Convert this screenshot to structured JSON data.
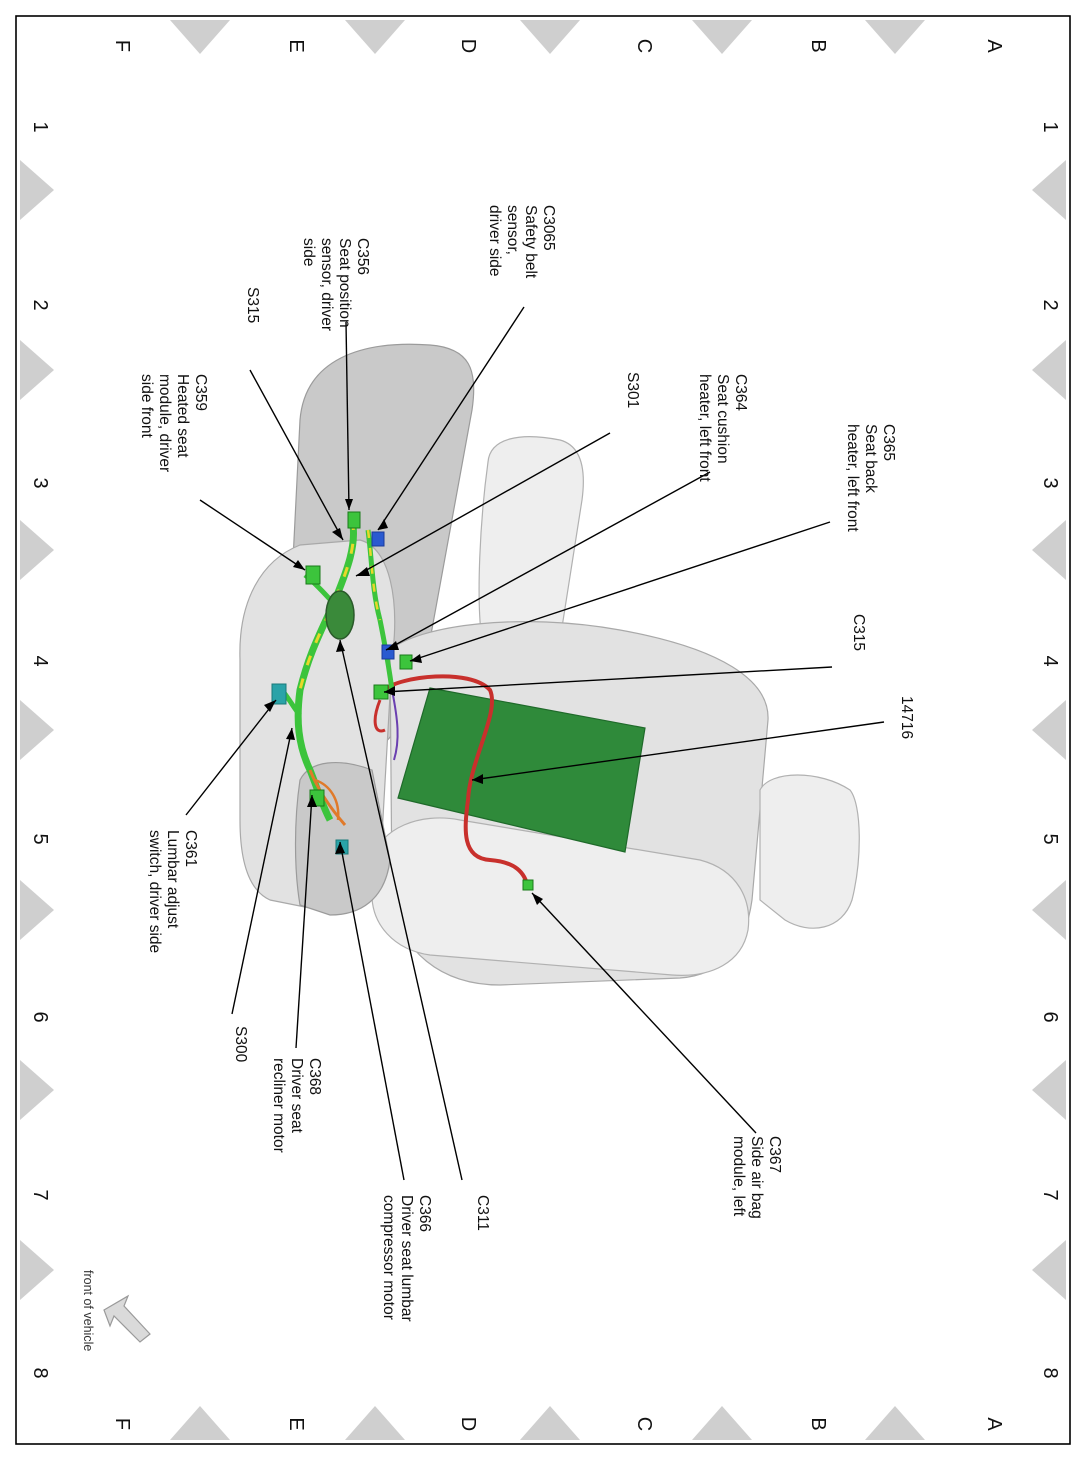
{
  "grid": {
    "columns": [
      "1",
      "2",
      "3",
      "4",
      "5",
      "6",
      "7",
      "8"
    ],
    "rows": [
      "A",
      "B",
      "C",
      "D",
      "E",
      "F"
    ]
  },
  "callouts": [
    {
      "id": "c3065",
      "lines": [
        "C3065",
        "Safety belt",
        "sensor,",
        "driver side"
      ]
    },
    {
      "id": "c356",
      "lines": [
        "C356",
        "Seat position",
        "sensor, driver",
        "side"
      ]
    },
    {
      "id": "s315",
      "lines": [
        "S315"
      ]
    },
    {
      "id": "c359",
      "lines": [
        "C359",
        "Heated seat",
        "module, driver",
        "side front"
      ]
    },
    {
      "id": "c364",
      "lines": [
        "C364",
        "Seat cushion",
        "heater, left front"
      ]
    },
    {
      "id": "s301",
      "lines": [
        "S301"
      ]
    },
    {
      "id": "c365",
      "lines": [
        "C365",
        "Seat back",
        "heater, left front"
      ]
    },
    {
      "id": "c315",
      "lines": [
        "C315"
      ]
    },
    {
      "id": "p14716",
      "lines": [
        "14716"
      ]
    },
    {
      "id": "c367",
      "lines": [
        "C367",
        "Side air bag",
        "module, left"
      ]
    },
    {
      "id": "c311",
      "lines": [
        "C311"
      ]
    },
    {
      "id": "c366",
      "lines": [
        "C366",
        "Driver seat lumbar",
        "compressor motor"
      ]
    },
    {
      "id": "c368",
      "lines": [
        "C368",
        "Driver seat",
        "recliner motor"
      ]
    },
    {
      "id": "s300",
      "lines": [
        "S300"
      ]
    },
    {
      "id": "c361",
      "lines": [
        "C361",
        "Lumbar adjust",
        "switch, driver side"
      ]
    }
  ],
  "orientation_note": "front of vehicle",
  "colors": {
    "harness_green": "#3cc43c",
    "harness_yellow": "#e8d82a",
    "heater_mat": "#2f8a3a",
    "heater_wire": "#c8302c",
    "connector_blue": "#2a5ad0",
    "connector_teal": "#2aa3a8",
    "wire_orange": "#e07a2a",
    "wire_purple": "#6a3fb0"
  }
}
